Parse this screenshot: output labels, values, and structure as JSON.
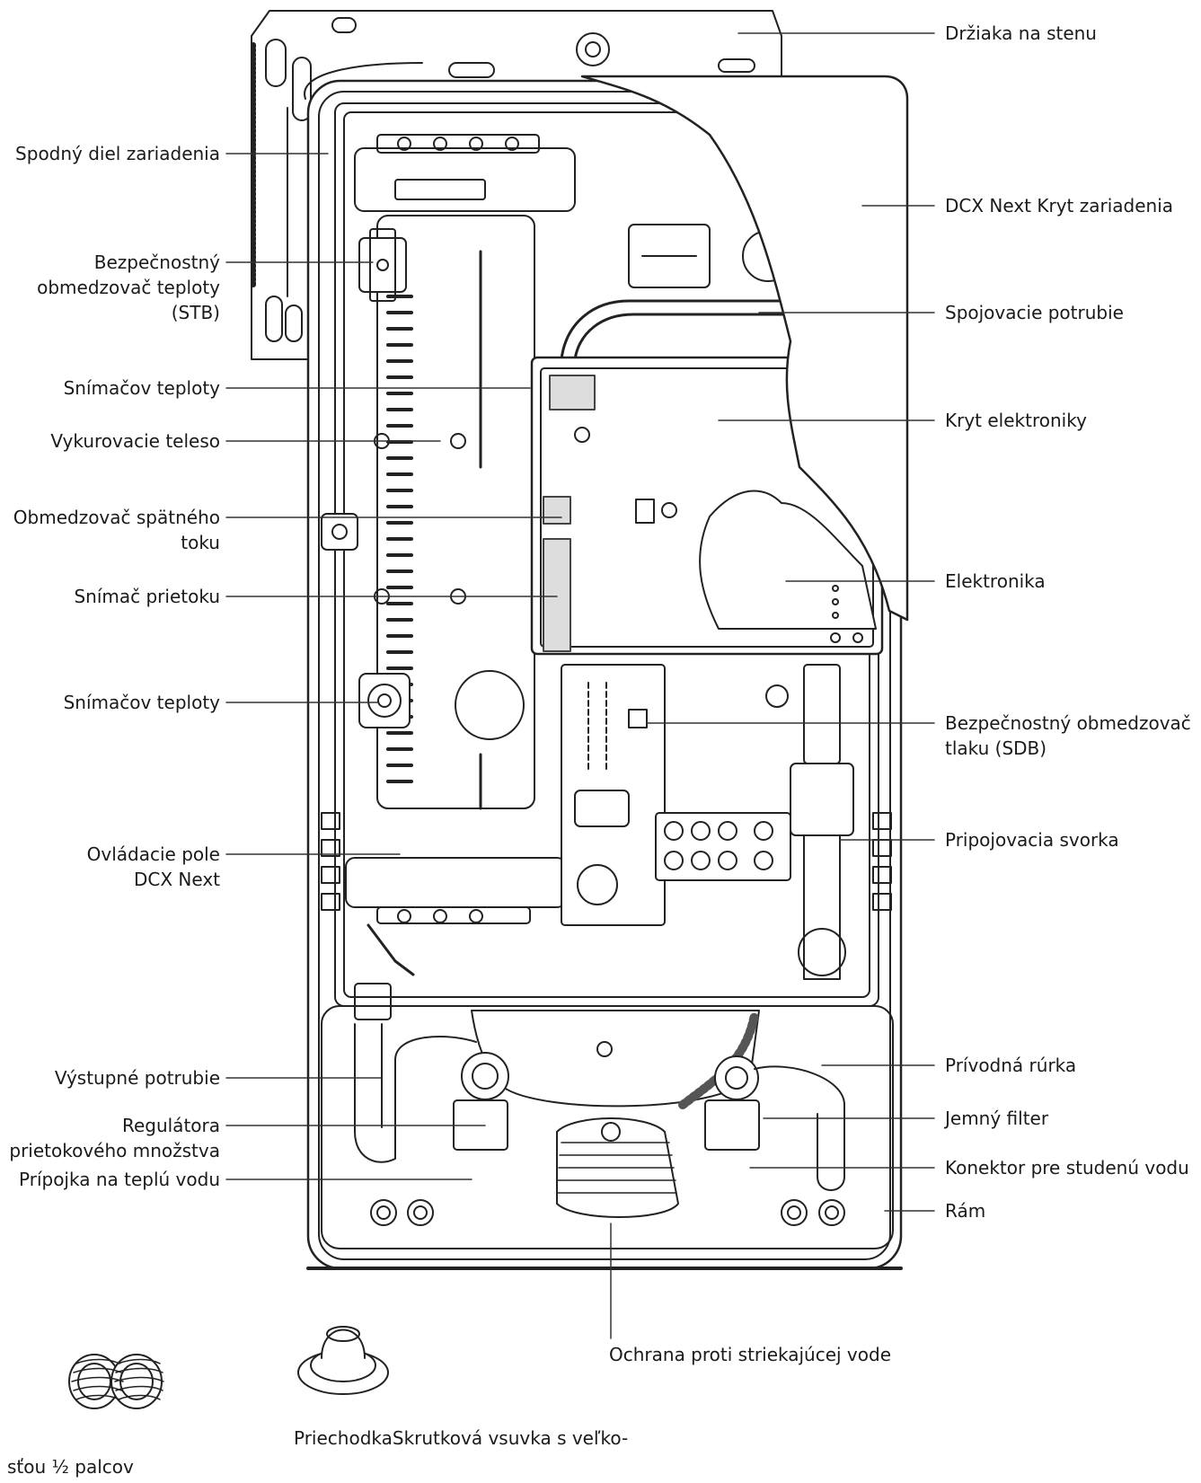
{
  "labels_left": [
    {
      "id": "spodny-diel",
      "lines": [
        "Spodný diel zariadenia"
      ]
    },
    {
      "id": "stb",
      "lines": [
        "Bezpečnostný",
        "obmedzovač teploty",
        "(STB)"
      ]
    },
    {
      "id": "snimac-teploty-1",
      "lines": [
        "Snímačov teploty"
      ]
    },
    {
      "id": "vykurovacie-teleso",
      "lines": [
        "Vykurovacie teleso"
      ]
    },
    {
      "id": "obmedzovac-spatneho-toku",
      "lines": [
        "Obmedzovač spätného",
        "toku"
      ]
    },
    {
      "id": "snimac-prietoku",
      "lines": [
        "Snímač prietoku"
      ]
    },
    {
      "id": "snimac-teploty-2",
      "lines": [
        "Snímačov teploty"
      ]
    },
    {
      "id": "ovladacie-pole",
      "lines": [
        "Ovládacie pole",
        "DCX Next"
      ]
    },
    {
      "id": "vystupne-potrubie",
      "lines": [
        "Výstupné potrubie"
      ]
    },
    {
      "id": "regulator",
      "lines": [
        "Regulátora",
        "prietokového množstva"
      ]
    },
    {
      "id": "pripojka-tepla",
      "lines": [
        "Prípojka na teplú vodu"
      ]
    }
  ],
  "labels_right": [
    {
      "id": "drziak",
      "lines": [
        "Držiaka na stenu"
      ]
    },
    {
      "id": "kryt-zariadenia",
      "lines": [
        "DCX Next Kryt zariadenia"
      ]
    },
    {
      "id": "spojovacie-potrubie",
      "lines": [
        "Spojovacie potrubie"
      ]
    },
    {
      "id": "kryt-elektroniky",
      "lines": [
        "Kryt elektroniky"
      ]
    },
    {
      "id": "elektronika",
      "lines": [
        "Elektronika"
      ]
    },
    {
      "id": "sdb",
      "lines": [
        "Bezpečnostný obmedzovač",
        "tlaku (SDB)"
      ]
    },
    {
      "id": "pripojovacia-svorka",
      "lines": [
        "Pripojovacia svorka"
      ]
    },
    {
      "id": "privodna-rurka",
      "lines": [
        "Prívodná rúrka"
      ]
    },
    {
      "id": "jemny-filter",
      "lines": [
        "Jemný filter"
      ]
    },
    {
      "id": "konektor-studena",
      "lines": [
        "Konektor pre studenú vodu"
      ]
    },
    {
      "id": "ram",
      "lines": [
        "Rám"
      ]
    }
  ],
  "label_bottom": "Ochrana proti striekajúcej vode",
  "caption_grommet": "PriechodkaSkrutková vsuvka s veľko-",
  "caption_nipples": "sťou ½ palcov"
}
